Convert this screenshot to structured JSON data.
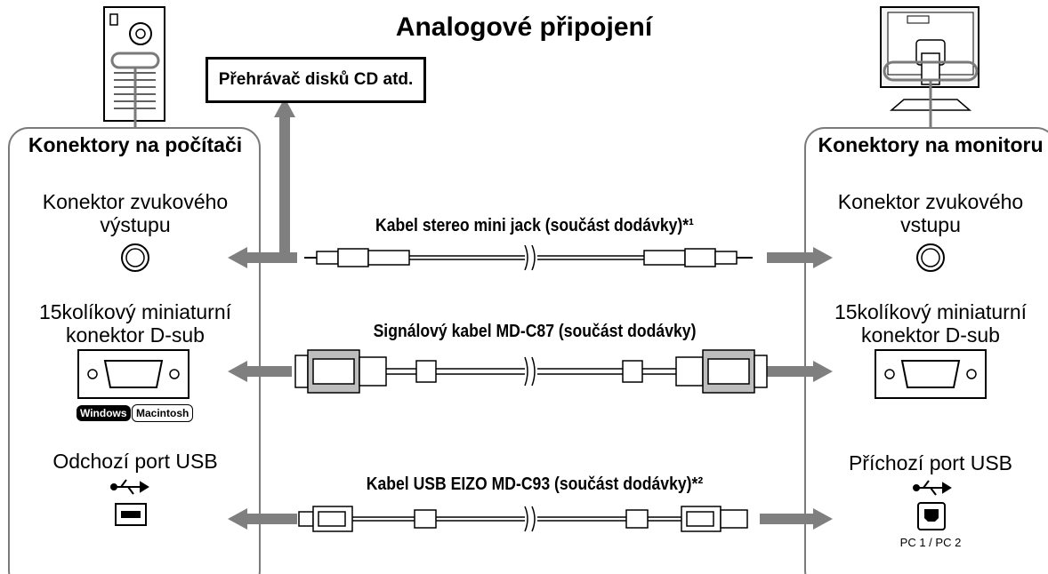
{
  "title": "Analogové připojení",
  "player_label": "Přehrávač disků CD atd.",
  "left_panel": {
    "heading": "Konektory na počítači",
    "audio_label": "Konektor zvukového výstupu",
    "dsub_label": "15kolíkový miniaturní konektor D-sub",
    "os_badges": [
      "Windows",
      "Macintosh"
    ],
    "usb_label": "Odchozí port USB"
  },
  "right_panel": {
    "heading": "Konektory na monitoru",
    "audio_label": "Konektor zvukového vstupu",
    "dsub_label": "15kolíkový miniaturní konektor D-sub",
    "usb_label": "Příchozí port USB",
    "usb_note": "PC 1 / PC 2"
  },
  "cables": [
    {
      "label": "Kabel stereo mini jack (součást dodávky)*¹"
    },
    {
      "label": "Signálový kabel MD-C87 (součást dodávky)"
    },
    {
      "label": "Kabel USB EIZO MD-C93 (součást dodávky)*²"
    }
  ],
  "colors": {
    "arrow": "#7f7f7f",
    "border": "#7a7a7a"
  }
}
